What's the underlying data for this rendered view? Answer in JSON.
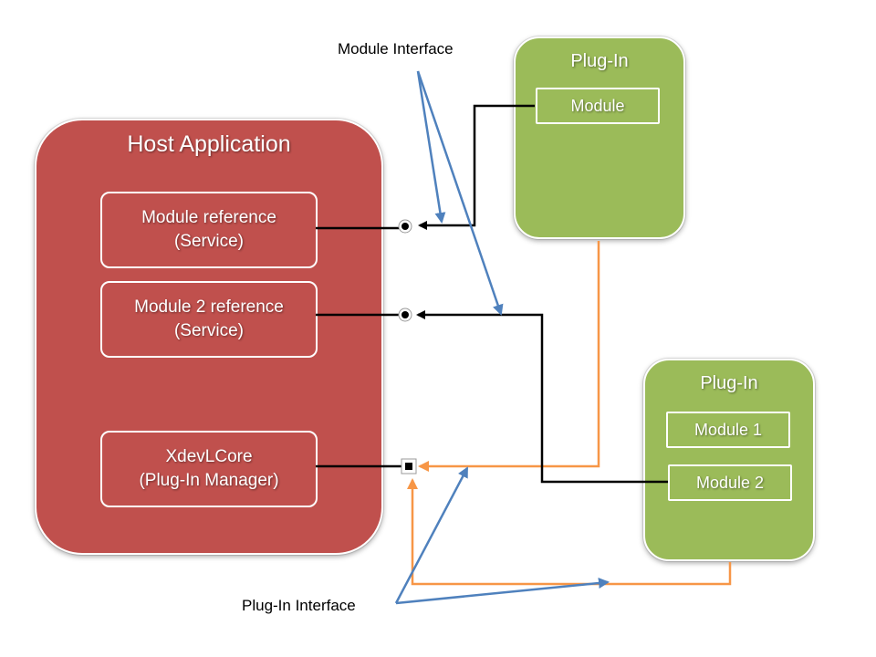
{
  "host": {
    "title": "Host Application",
    "services": [
      {
        "line1": "Module reference",
        "line2": "(Service)"
      },
      {
        "line1": "Module 2 reference",
        "line2": "(Service)"
      },
      {
        "line1": "XdevLCore",
        "line2": "(Plug-In Manager)"
      }
    ]
  },
  "plugins": [
    {
      "title": "Plug-In",
      "modules": [
        "Module"
      ]
    },
    {
      "title": "Plug-In",
      "modules": [
        "Module 1",
        "Module 2"
      ]
    }
  ],
  "labels": {
    "module_interface": "Module Interface",
    "plugin_interface": "Plug-In Interface"
  },
  "colors": {
    "host": "#c0504d",
    "plugin": "#9bbb59",
    "connector": "#000000",
    "module_interface_arrow": "#4f81bd",
    "plugin_interface_arrow": "#f79646"
  }
}
